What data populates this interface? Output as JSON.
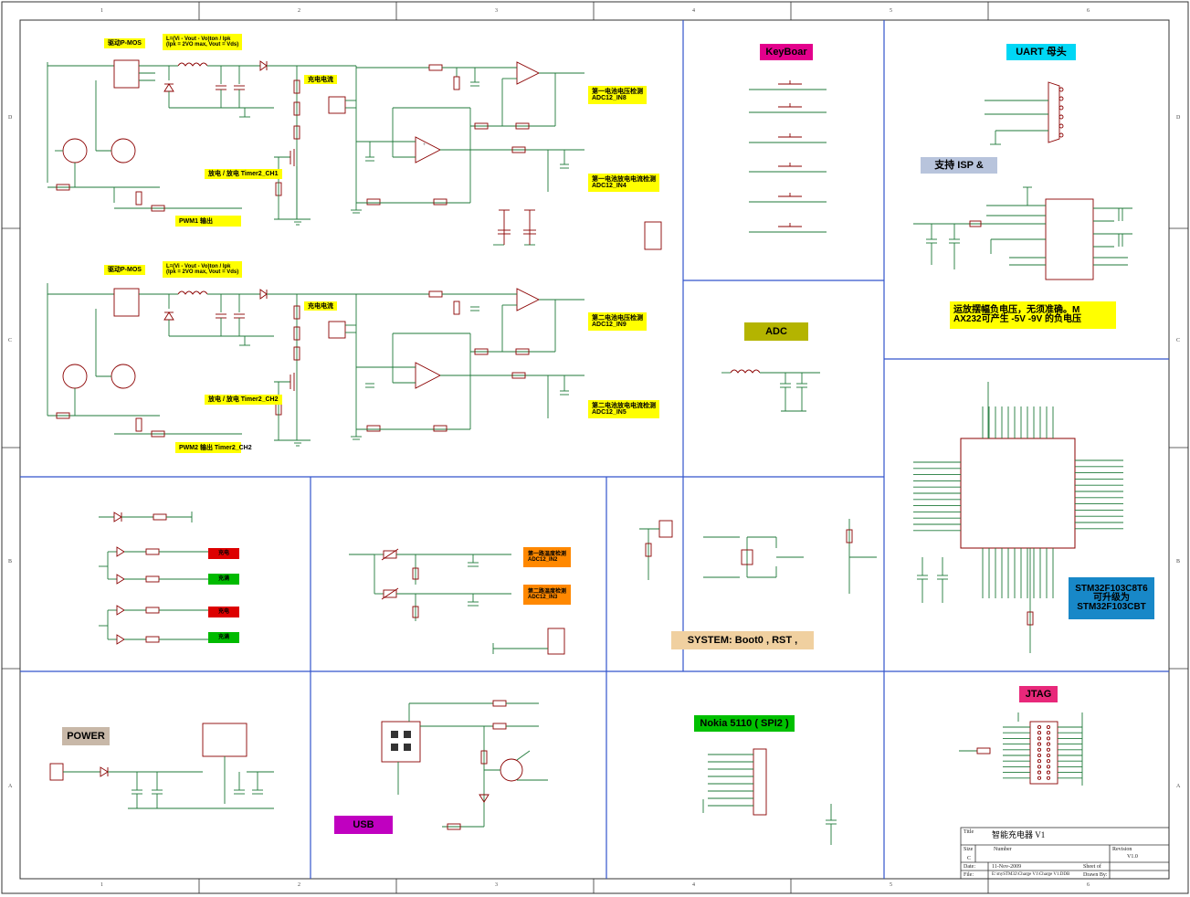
{
  "title_block": {
    "title_label": "Title",
    "title": "智能充电器 V1",
    "size_label": "Size",
    "size": "C",
    "number_label": "Number",
    "revision_label": "Revision",
    "revision": "V1.0",
    "date_label": "Date:",
    "date": "11-Nov-2009",
    "sheet_label": "Sheet of",
    "file_label": "File:",
    "file": "E:\\mySTM32\\Charge V1\\Charge V1.DDB",
    "drawn_label": "Drawn By:"
  },
  "border": {
    "columns": [
      "1",
      "2",
      "3",
      "4",
      "5",
      "6"
    ],
    "rows": [
      "D",
      "C",
      "B",
      "A"
    ]
  },
  "blocks": {
    "keyboard": "KeyBoar",
    "uart": "UART 母头",
    "isp": "支持 ISP &",
    "adc": "ADC",
    "system": "SYSTEM: Boot0 , RST ,",
    "power": "POWER",
    "usb": "USB",
    "nokia": "Nokia 5110 ( SPI2 )",
    "jtag": "JTAG",
    "stm32": "STM32F103C8T6\n可升级为\nSTM32F103CBT",
    "max232_note": "运放摆幅负电压，无须准确。M\nAX232可产生 -5V -9V 的负电压"
  },
  "notes": {
    "pmos_1": "驱动P-MOS",
    "pmos_2": "驱动P-MOS",
    "formula_1": "L=(Vi - Vout - Vo)ton / Ipk\n(Ipk = 2VO max, Vout = Vds)",
    "formula_2": "L=(Vi - Vout - Vo)ton / Ipk\n(Ipk = 2VO max, Vout = Vds)",
    "current_1": "充电电流",
    "current_2": "充电电流",
    "discharge_1": "放电 / 放电 Timer2_CH1",
    "discharge_2": "放电 / 放电 Timer2_CH2",
    "pwm_1": "PWM1 输出",
    "pwm_2": "PWM2 输出 Timer2_CH2",
    "adc_in8": "第一电池电压检测\nADC12_IN8",
    "adc_in4": "第一电池放电电流检测\nADC12_IN4",
    "adc_in9": "第二电池电压检测\nADC12_IN9",
    "adc_in5": "第二电池放电电流检测\nADC12_IN5",
    "led_1": "充电",
    "led_2": "充满",
    "led_3": "充电",
    "led_4": "充满",
    "temp_in2": "第一路温度检测\nADC12_IN2",
    "temp_in3": "第二路温度检测\nADC12_IN3"
  },
  "colors": {
    "wire": "#1f7a3a",
    "part": "#8b0000",
    "label_yellow": "#ffff00",
    "keyboard_bg": "#e3008c",
    "uart_bg": "#00d7f5",
    "isp_bg": "#b8c4dc",
    "adc_bg": "#b4b400",
    "system_bg": "#f0d0a0",
    "power_bg": "#c8b8a8",
    "usb_bg": "#c000c0",
    "nokia_bg": "#00c000",
    "jtag_bg": "#e8287a",
    "stm32_bg": "#1888c8",
    "led_red": "#dd0000",
    "led_green": "#00bb00",
    "orange": "#ff8800"
  }
}
